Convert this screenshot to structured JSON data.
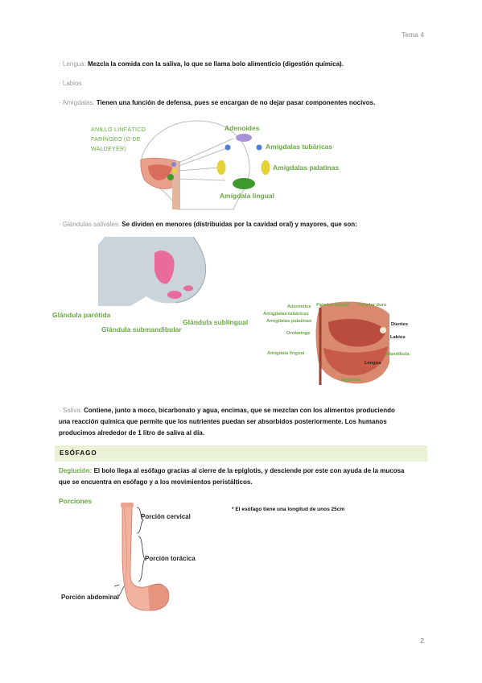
{
  "header": {
    "title": "Tema 4"
  },
  "page_number": "2",
  "items": {
    "lengua": {
      "label": "· Lengua:",
      "text": "Mezcla la comida con la saliva, lo que se llama bolo alimenticio (digestión química)."
    },
    "labios": {
      "label": "· Labios"
    },
    "amigdalas": {
      "label": "· Amígdalas:",
      "text": "Tienen una función de defensa, pues se encargan de no dejar pasar componentes nocivos."
    },
    "glandulas": {
      "label": "· Glándulas salivales:",
      "text": "Se dividen en menores (distribuidas por la cavidad oral) y mayores, que son:"
    },
    "saliva": {
      "label": "· Saliva:",
      "line1": "Contiene, junto a moco, bicarbonato y agua, encimas, que se mezclan con los alimentos produciendo",
      "line2": "una reacción química que permite que los nutrientes puedan ser absorbidos posteriormente. Los humanos",
      "line3": "producimos alrededor de 1 litro de saliva al día."
    }
  },
  "figure_tonsils": {
    "ring_line1": "ANILLO LINFÁTICO",
    "ring_line2": "FARÍNGEO (O DE",
    "ring_line3": "WALDEYER)",
    "adenoides": "Adenoides",
    "tubaricas": "Amígdalas tubáricas",
    "palatinas": "Amígdalas palatinas",
    "lingual": "Amígdala lingual"
  },
  "figure_glands": {
    "parotida": "Glándula parótida",
    "submandibular": "Glándula submandibular",
    "sublingual": "Glándula sublingual"
  },
  "figure_mouth": {
    "adenoides": "Adenoides",
    "tubaricas": "Amígdalas tubáricas",
    "palatinas": "Amígdalas palatinas",
    "orofaringe": "Orofaringe",
    "lingual": "Amígdala lingual",
    "epiglotis": "Epiglotis",
    "paladar_blando": "Paladar blando",
    "paladar_duro": "Paladar duro",
    "dientes": "Dientes",
    "labios": "Labios",
    "mandibula": "Mandíbula",
    "lengua": "Lengua"
  },
  "esofago": {
    "section_title": "ESÓFAGO",
    "deglucion_label": "Deglución:",
    "deglucion_line1": "El bolo llega al esófago gracias al cierre de la epiglotis, y desciende por este con ayuda de la mucosa",
    "deglucion_line2": "que se encuentra en esófago y a los movimientos peristálticos.",
    "porciones_label": "Porciones",
    "note": "* El esófago tiene una longitud de unos 25cm",
    "cervical": "Porción cervical",
    "toracica": "Porción torácica",
    "abdominal": "Porción abdominal"
  }
}
